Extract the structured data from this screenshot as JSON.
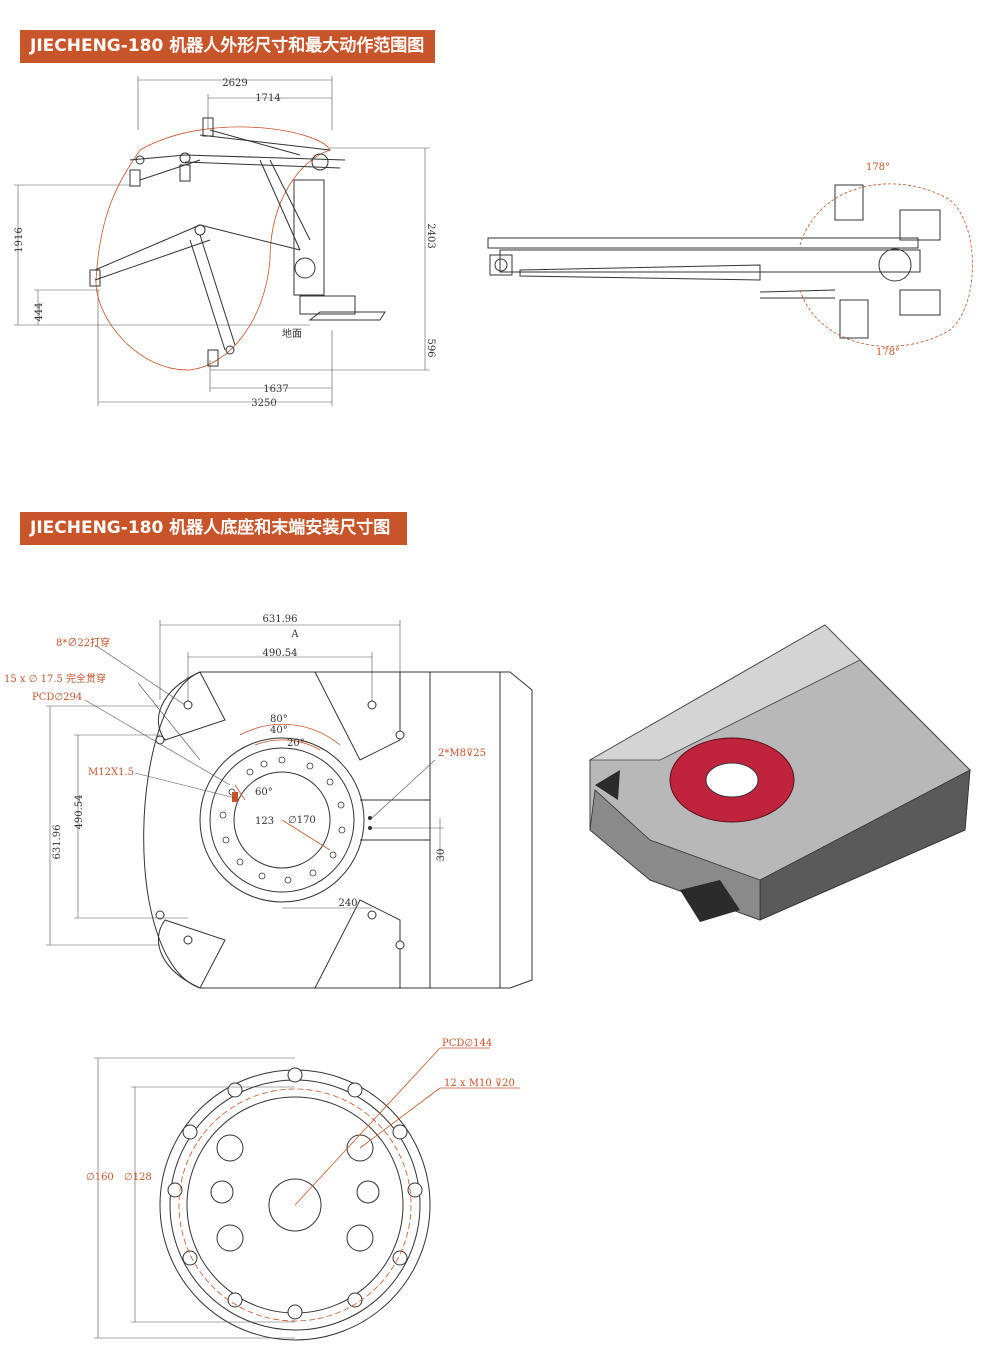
{
  "section1": {
    "title": "JIECHENG-180 机器人外形尺寸和最大动作范围图",
    "dims": {
      "d2629": "2629",
      "d1714": "1714",
      "d1916": "1916",
      "d444": "444",
      "d2403": "2403",
      "d596": "596",
      "d1637": "1637",
      "d3250": "3250",
      "ground": "地面",
      "angle_top": "178°",
      "angle_bottom": "178°"
    }
  },
  "section2": {
    "title": "JIECHENG-180 机器人底座和末端安装尺寸图",
    "dims": {
      "d631_top": "631.96",
      "markA": "A",
      "d490_top": "490.54",
      "holes22": "8*∅22打穿",
      "holes17": "15 x  ∅ 17.5 完全贯穿",
      "pcd294": "PCD∅294",
      "m12": "M12X1.5",
      "a80": "80°",
      "a40": "40°",
      "a20": "20°",
      "a60": "60°",
      "d123": "123",
      "d170": "∅170",
      "m8": "2*M8⊽25",
      "d490_side": "490.54",
      "d631_side": "631.96",
      "d30": "30",
      "d240": "240"
    },
    "flange": {
      "pcd144": "PCD∅144",
      "m10": "12 x  M10 ⊽20",
      "d160": "∅160",
      "d128": "∅128"
    }
  },
  "colors": {
    "accent": "#c8542a",
    "line": "#333333",
    "render_red": "#c0243c",
    "render_grey": "#b8b8b8"
  }
}
